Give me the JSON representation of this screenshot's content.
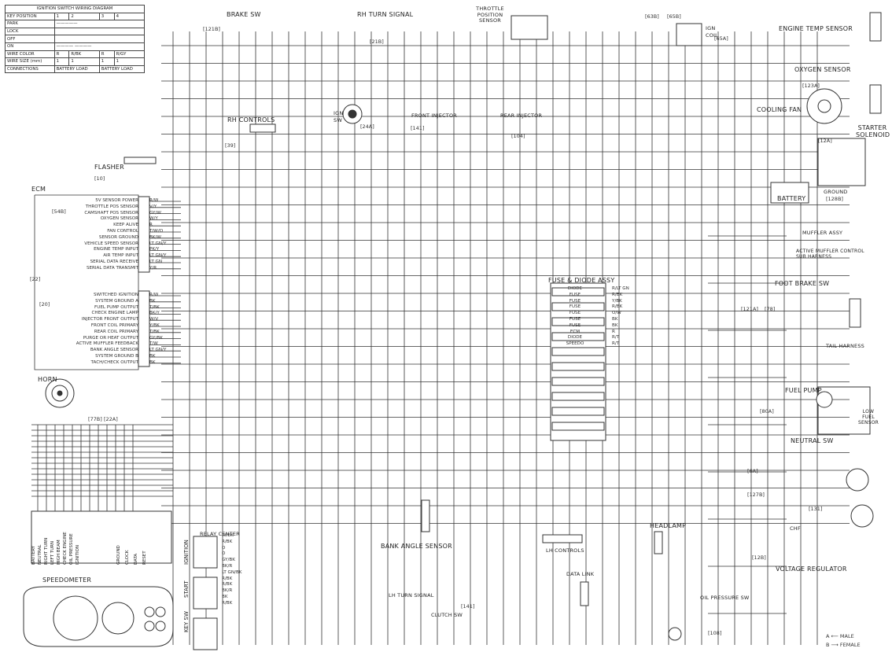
{
  "ignition_table": {
    "title": "IGNITION SWITCH WIRING DIAGRAM",
    "rows": [
      "KEY POSITION",
      "PARK",
      "LOCK",
      "OFF",
      "ON",
      "WIRE COLOR",
      "WIRE SIZE (mm)",
      "CONNECTIONS"
    ],
    "battery": "BATTERY",
    "labels": [
      "LOAD",
      "BATTERY",
      "LOAD"
    ]
  },
  "titles": {
    "brake_sw": "BRAKE SW",
    "rh_turn_signal": "RH TURN SIGNAL",
    "throttle": "THROTTLE POSITION SENSOR",
    "ign_coil": "IGN COIL",
    "engine_temp": "ENGINE TEMP SENSOR",
    "oxygen": "OXYGEN SENSOR",
    "cooling_fan": "COOLING FAN",
    "starter": "STARTER SOLENOID",
    "rh_controls": "RH CONTROLS",
    "ign_sw": "IGN SW",
    "front_injector": "FRONT INJECTOR",
    "rear_injector": "REAR INJECTOR",
    "flasher": "FLASHER",
    "ecm": "ECM",
    "battery": "BATTERY",
    "ground": "GROUND",
    "fuse_diode": "FUSE & DIODE ASSY",
    "foot_brake": "FOOT BRAKE SW",
    "tail_harness": "TAIL HARNESS",
    "fuel_pump": "FUEL PUMP",
    "low_fuel": "LOW FUEL SENSOR",
    "neutral_sw": "NEUTRAL SW",
    "horn": "HORN",
    "speedometer": "SPEEDOMETER",
    "relay_center": "RELAY CENTER",
    "bank_angle": "BANK ANGLE SENSOR",
    "lh_controls": "LH CONTROLS",
    "headlamp": "HEADLAMP",
    "data_link": "DATA LINK",
    "lh_turn_signal": "LH TURN SIGNAL",
    "clutch_sw": "CLUTCH SW",
    "oil_pressure": "OIL PRESSURE SW",
    "voltage_reg": "VOLTAGE REGULATOR",
    "active_muffler": "ACTIVE MUFFLER CONTROL SUB HARNESS",
    "ignition_relay": "IGNITION",
    "start_relay": "START",
    "key_sw_relay": "KEY SW",
    "diode": "DIODE",
    "muffler_assy": "MUFFLER ASSY"
  },
  "ecm_functions": [
    "5V SENSOR POWER",
    "THROTTLE POS SENSOR",
    "CAMSHAFT POS SENSOR",
    "OXYGEN SENSOR",
    "KEEP ALIVE",
    "FAN CONTROL",
    "SENSOR GROUND",
    "VEHICLE SPEED SENSOR",
    "ENGINE TEMP INPUT",
    "AIR TEMP INPUT",
    "SERIAL DATA RECEIVE",
    "SERIAL DATA TRANSMIT"
  ],
  "ecm_functions_2": [
    "SWITCHED IGNITION",
    "SYSTEM GROUND A",
    "FUEL PUMP OUTPUT",
    "CHECK ENGINE LAMP",
    "INJECTOR FRONT OUTPUT",
    "FRONT COIL PRIMARY",
    "REAR COIL PRIMARY",
    "PURGE OR HEAT OUTPUT",
    "ACTIVE MUFFLER FEEDBACK",
    "BANK ANGLE SENSOR",
    "SYSTEM GROUND B",
    "TACH/CHECK OUTPUT"
  ],
  "ecm_wires": [
    "R/W",
    "V/Y",
    "GY/W",
    "W/Y",
    "R",
    "T/W/O",
    "BK/W",
    "LT GN/Y",
    "PK/Y",
    "LT GN/Y",
    "LT GN",
    "Y/R"
  ],
  "ecm_wires_2": [
    "R/W",
    "BK",
    "T/BK",
    "BK/Y",
    "W/V",
    "Y/BK",
    "T/BK",
    "GY/BK",
    "T/W",
    "LT GN/Y",
    "BK",
    "BK"
  ],
  "fuse_items": [
    "DIODE",
    "FUSE",
    "FUSE",
    "FUSE",
    "FUSE",
    "FUSE",
    "FUSE",
    "ECM",
    "DIODE",
    "SPEEDO"
  ],
  "fuse_wires_right": [
    "R/LT GN",
    "R/BK",
    "Y/BK",
    "R/BK",
    "O/W",
    "BK",
    "BK",
    "R",
    "R/T",
    "R/T"
  ],
  "speedo_labels": [
    "BATTERY",
    "NEUTRAL",
    "RIGHT TURN",
    "LEFT TURN",
    "HIGH BEAM",
    "CHECK ENGINE",
    "OIL PRESSURE",
    "IGNITION",
    "GROUND",
    "CLOCK",
    "DATA",
    "RESET"
  ],
  "relay_wires": [
    "W/BK",
    "R/BK",
    "O",
    "O",
    "GY/BK",
    "BK/R",
    "LT GN/BK",
    "R/BK",
    "R/BK",
    "BK/R",
    "BK",
    "R/BK"
  ],
  "connector_refs": [
    "[121B]",
    "[21B]",
    "[63B]",
    "[65B]",
    "[65A]",
    "[123A]",
    "[12A]",
    "[128B]",
    "[121A]",
    "[78]",
    "[80A]",
    "[6A]",
    "[10]",
    "[54B]",
    "[22]",
    "[20]",
    "[39]",
    "[24A]",
    "[141]",
    "[104]",
    "[77B]",
    "[22A]",
    "[127B]",
    "[131]",
    "[12B]",
    "[108]",
    "[141]"
  ],
  "legend": {
    "male": "MALE",
    "female": "FEMALE",
    "a": "A",
    "b": "B"
  }
}
